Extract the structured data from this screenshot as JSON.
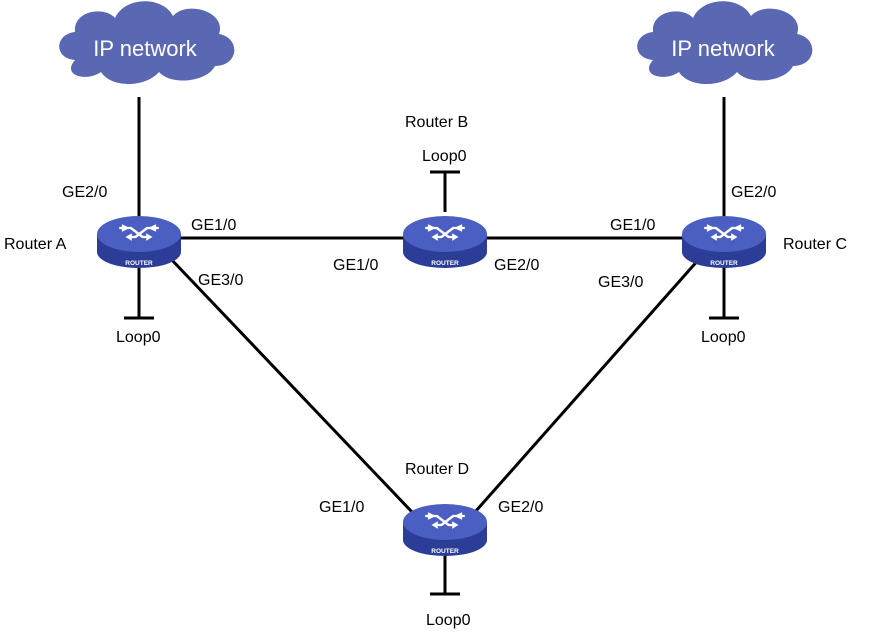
{
  "colors": {
    "cloud_fill": "#5a67b3",
    "cloud_text": "#ffffff",
    "router_top": "#4a5fc1",
    "router_side": "#2b3d96",
    "router_symbol": "#ffffff",
    "link": "#000000",
    "label_text": "#000000"
  },
  "icons": {
    "router": "router-icon",
    "cloud": "cloud-icon",
    "loopback": "loopback-stub-icon"
  },
  "clouds": {
    "left": {
      "label": "IP network"
    },
    "right": {
      "label": "IP network"
    }
  },
  "routers": {
    "a": {
      "name": "Router A",
      "tag": "ROUTER",
      "loopback": "Loop0"
    },
    "b": {
      "name": "Router B",
      "tag": "ROUTER",
      "loopback": "Loop0"
    },
    "c": {
      "name": "Router C",
      "tag": "ROUTER",
      "loopback": "Loop0"
    },
    "d": {
      "name": "Router D",
      "tag": "ROUTER",
      "loopback": "Loop0"
    }
  },
  "interfaces": {
    "a_ge2": "GE2/0",
    "a_ge1": "GE1/0",
    "a_ge3": "GE3/0",
    "b_ge1": "GE1/0",
    "b_ge2": "GE2/0",
    "c_ge2": "GE2/0",
    "c_ge1": "GE1/0",
    "c_ge3": "GE3/0",
    "d_ge1": "GE1/0",
    "d_ge2": "GE2/0"
  },
  "links": [
    {
      "from": "Router A",
      "from_if": "GE2/0",
      "to": "IP network"
    },
    {
      "from": "Router A",
      "from_if": "GE1/0",
      "to": "Router B",
      "to_if": "GE1/0"
    },
    {
      "from": "Router B",
      "from_if": "GE2/0",
      "to": "Router C",
      "to_if": "GE1/0"
    },
    {
      "from": "Router C",
      "from_if": "GE2/0",
      "to": "IP network"
    },
    {
      "from": "Router A",
      "from_if": "GE3/0",
      "to": "Router D",
      "to_if": "GE1/0"
    },
    {
      "from": "Router C",
      "from_if": "GE3/0",
      "to": "Router D",
      "to_if": "GE2/0"
    }
  ]
}
